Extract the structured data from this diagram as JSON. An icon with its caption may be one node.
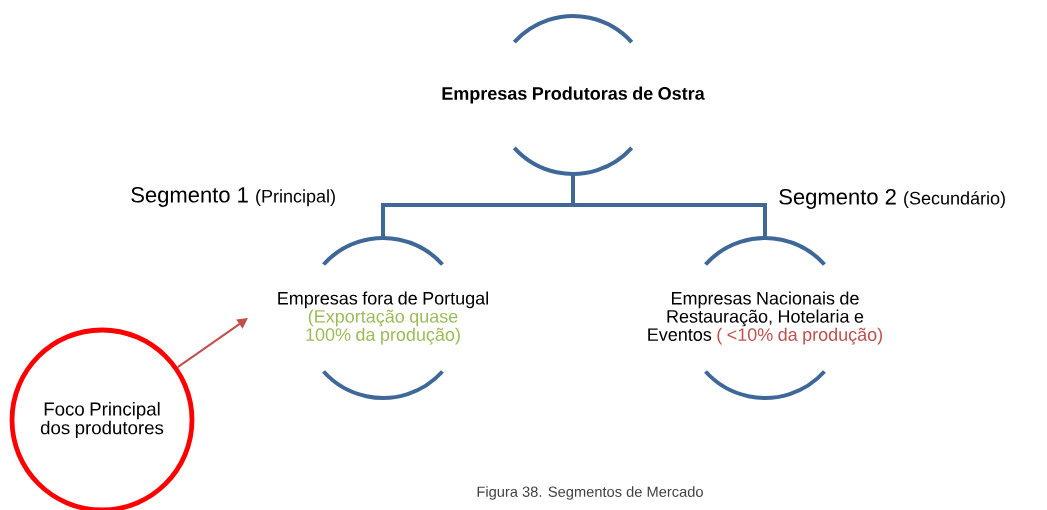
{
  "diagram": {
    "caption": "Figura 38. Segmentos de Mercado",
    "nodes": [
      {
        "text": [
          "Empresas Produtoras de Ostra"
        ]
      },
      {
        "text": [
          "Empresas fora de Portugal",
          "(Exportação quase 100% da produção)"
        ],
        "beside": [
          "Segmento 1",
          "(Principal)"
        ]
      },
      {
        "text": [
          "Empresas Nacionais de Restauração, Hotelaria e Eventos",
          "( <10% da produção)"
        ],
        "beside": [
          "Segmento 2",
          "(Secundário)"
        ]
      },
      {
        "text": [
          "Foco Principal dos produtores"
        ]
      }
    ],
    "edges": [
      {
        "from": 0,
        "to": 1,
        "arrow": "none"
      },
      {
        "from": 0,
        "to": 2,
        "arrow": "none"
      },
      {
        "from": 3,
        "to": 1,
        "arrow": "to",
        "color": "#c0504d"
      }
    ]
  }
}
